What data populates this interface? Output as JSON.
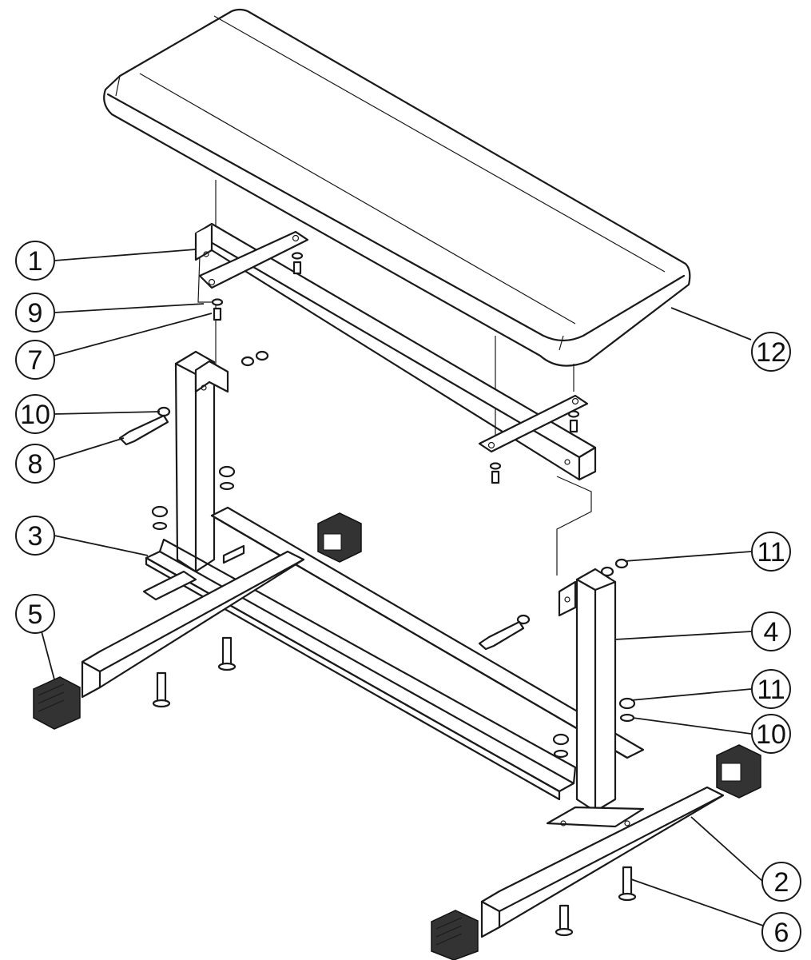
{
  "callouts": [
    {
      "id": "c1",
      "label": "1"
    },
    {
      "id": "c9",
      "label": "9"
    },
    {
      "id": "c7",
      "label": "7"
    },
    {
      "id": "c10a",
      "label": "10"
    },
    {
      "id": "c8",
      "label": "8"
    },
    {
      "id": "c3",
      "label": "3"
    },
    {
      "id": "c5",
      "label": "5"
    },
    {
      "id": "c12",
      "label": "12"
    },
    {
      "id": "c11a",
      "label": "11"
    },
    {
      "id": "c4",
      "label": "4"
    },
    {
      "id": "c11b",
      "label": "11"
    },
    {
      "id": "c10b",
      "label": "10"
    },
    {
      "id": "c2",
      "label": "2"
    },
    {
      "id": "c6",
      "label": "6"
    }
  ]
}
